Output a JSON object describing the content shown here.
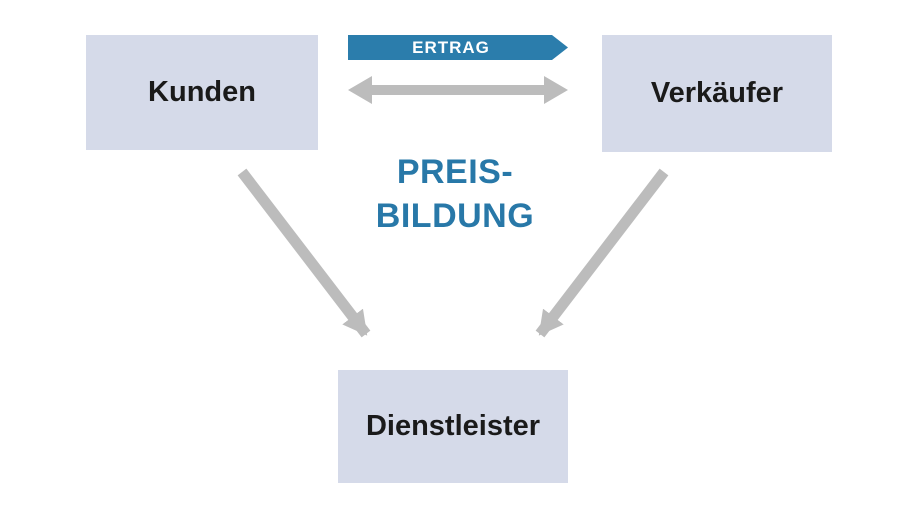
{
  "diagram": {
    "background": "#ffffff",
    "center_title": {
      "line1": "PREIS-",
      "line2": "BILDUNG",
      "color": "#2878a8"
    },
    "nodes": [
      {
        "id": "kunden",
        "label": "Kunden"
      },
      {
        "id": "verkaeufer",
        "label": "Verkäufer"
      },
      {
        "id": "dienstleister",
        "label": "Dienstleister"
      }
    ],
    "node_fill": "#d5dae9",
    "node_text_color": "#1a1a1a",
    "edges": {
      "ertrag": {
        "label": "ERTRAG",
        "shape": "right-arrow-banner",
        "from": "kunden",
        "to": "verkaeufer",
        "color": "#2b7dac",
        "text_color": "#ffffff"
      },
      "exchange": {
        "shape": "double-headed-arrow",
        "between": [
          "kunden",
          "verkaeufer"
        ],
        "color": "#bcbcbc"
      },
      "kunden_to_dienstleister": {
        "shape": "arrow",
        "from": "kunden",
        "to": "dienstleister",
        "color": "#bcbcbc"
      },
      "verkaeufer_to_dienstleister": {
        "shape": "arrow",
        "from": "verkaeufer",
        "to": "dienstleister",
        "color": "#bcbcbc"
      }
    }
  }
}
